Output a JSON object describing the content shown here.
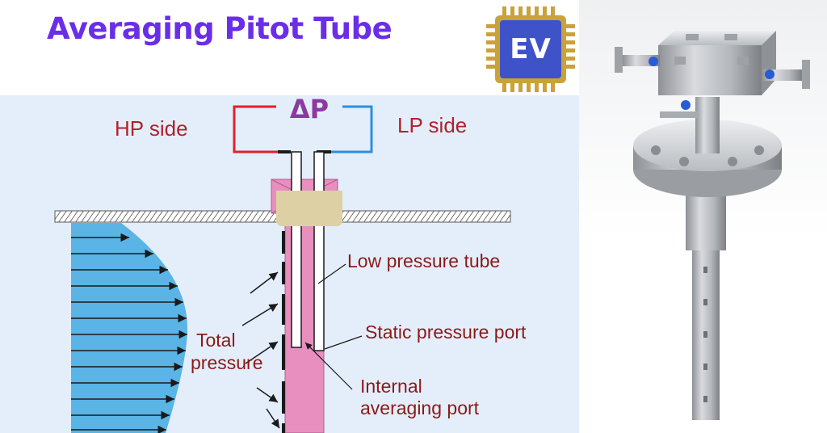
{
  "header": {
    "title": "Averaging Pitot Tube",
    "logo_text": "EV"
  },
  "diagram": {
    "dp_label": "ΔP",
    "hp_label": "HP side",
    "lp_label": "LP side",
    "low_pressure_tube": "Low pressure tube",
    "static_port": "Static pressure port",
    "total_pressure_line1": "Total",
    "total_pressure_line2": "pressure",
    "internal_port_line1": "Internal",
    "internal_port_line2": "averaging port"
  },
  "colors": {
    "title": "#6a2ee8",
    "hp_line": "#e0202a",
    "lp_line": "#2a8fe0",
    "probe": "#e88fbf",
    "flow": "#5ab4e6",
    "diagram_bg": "#e4eefb"
  }
}
